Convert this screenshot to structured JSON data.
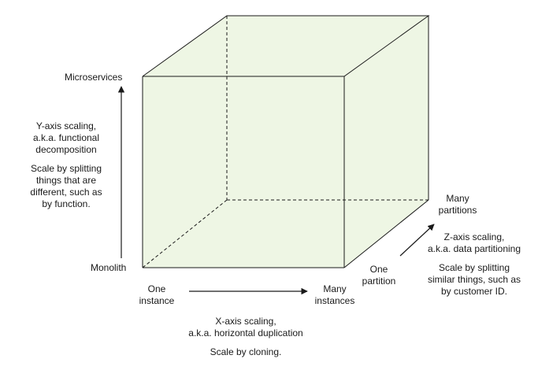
{
  "colors": {
    "cube_fill": "#eef6e4",
    "line": "#1a1a1a"
  },
  "y_axis": {
    "top_label": "Microservices",
    "bottom_label": "Monolith",
    "title_lines": [
      "Y-axis scaling,",
      "a.k.a. functional",
      "decomposition"
    ],
    "desc_lines": [
      "Scale by splitting",
      "things that are",
      "different, such as",
      "by function."
    ]
  },
  "x_axis": {
    "left_label_lines": [
      "One",
      "instance"
    ],
    "right_label_lines": [
      "Many",
      "instances"
    ],
    "title_lines": [
      "X-axis scaling,",
      "a.k.a. horizontal duplication"
    ],
    "desc_lines": [
      "Scale by cloning."
    ]
  },
  "z_axis": {
    "near_label_lines": [
      "One",
      "partition"
    ],
    "far_label_lines": [
      "Many",
      "partitions"
    ],
    "title_lines": [
      "Z-axis scaling,",
      "a.k.a. data partitioning"
    ],
    "desc_lines": [
      "Scale by splitting",
      "similar things, such as",
      "by customer ID."
    ]
  }
}
